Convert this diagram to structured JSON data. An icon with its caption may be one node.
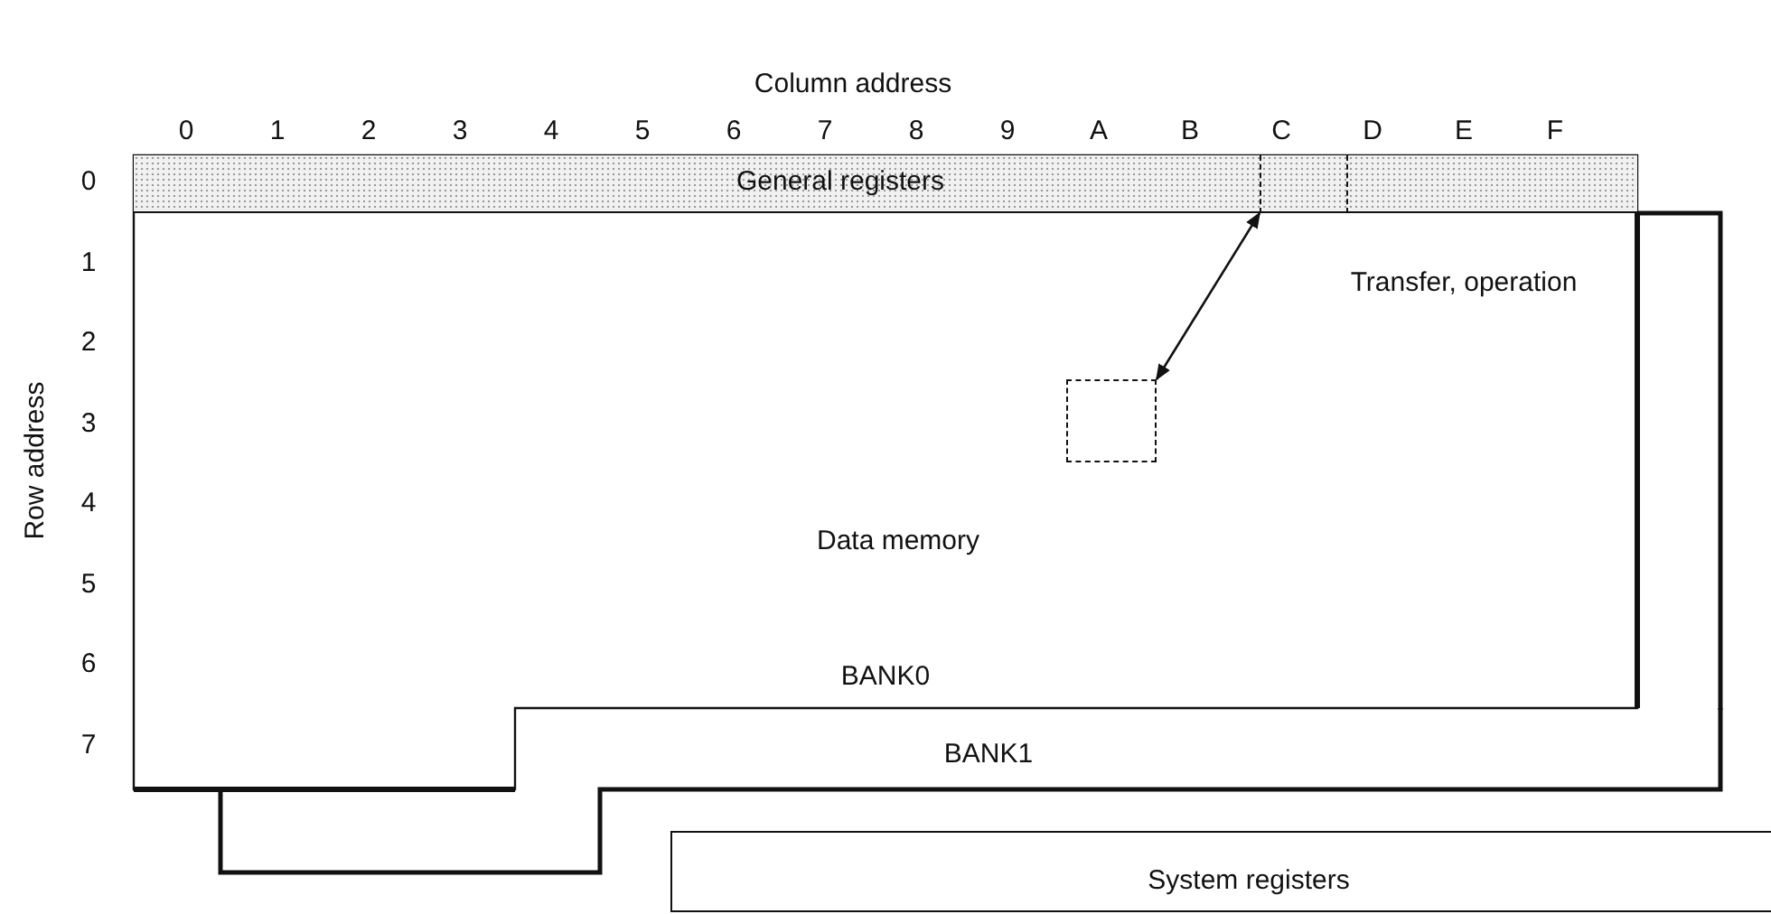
{
  "diagram": {
    "nodes": [
      {
        "text": [
          "BANK0"
        ]
      },
      {
        "text": [
          "General registers"
        ],
        "in": 0
      },
      {
        "text": [
          "Data memory"
        ],
        "in": 0
      },
      {
        "text": [],
        "shape": "box",
        "in": 1
      },
      {
        "text": [],
        "shape": "box",
        "in": 2
      },
      {
        "text": [
          "BANK1"
        ]
      },
      {
        "text": [
          "System registers"
        ]
      }
    ],
    "edges": [
      {
        "from": 3,
        "to": 4,
        "arrow": "both",
        "label": "Transfer, operation"
      }
    ],
    "labels": [
      "Column address",
      "0",
      "1",
      "2",
      "3",
      "4",
      "5",
      "6",
      "7",
      "8",
      "9",
      "A",
      "B",
      "C",
      "D",
      "E",
      "F",
      "Row address",
      "0",
      "1",
      "2",
      "3",
      "4",
      "5",
      "6",
      "7"
    ]
  }
}
